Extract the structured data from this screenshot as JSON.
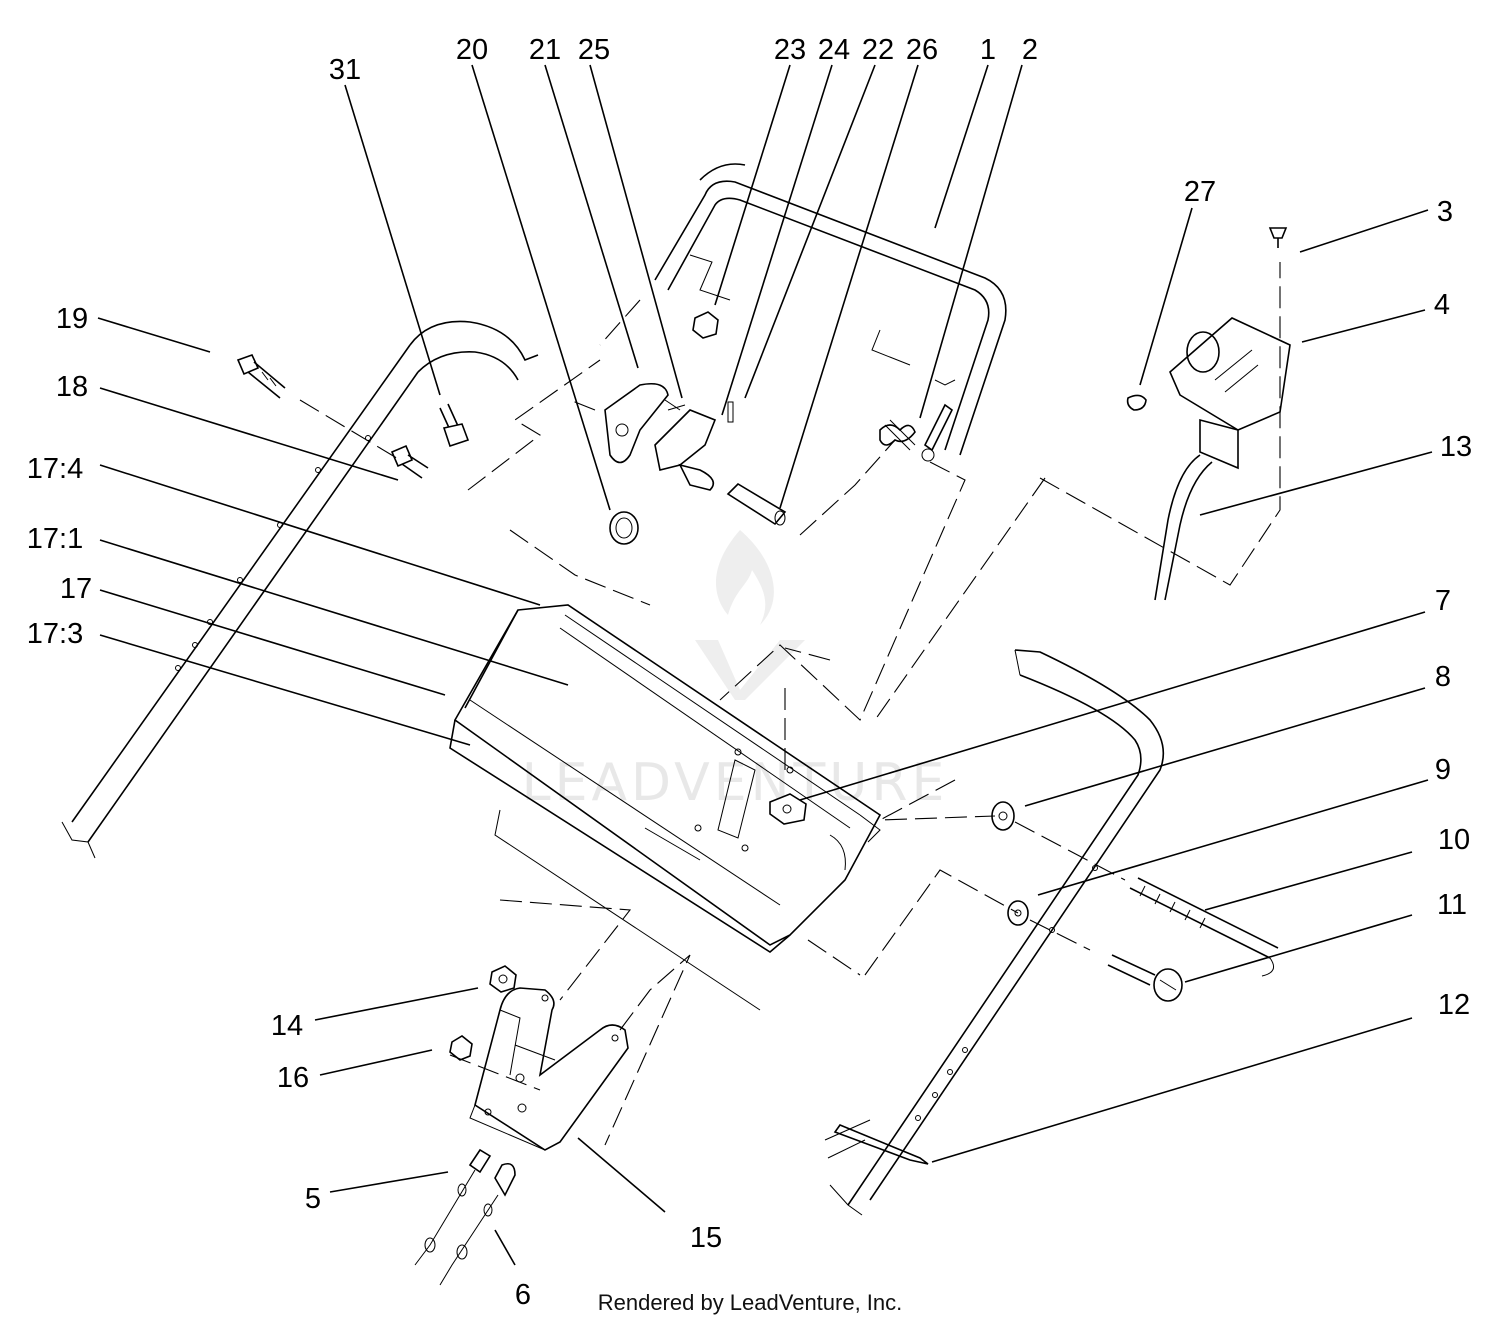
{
  "callouts": [
    {
      "id": "c31",
      "label": "31"
    },
    {
      "id": "c20",
      "label": "20"
    },
    {
      "id": "c21",
      "label": "21"
    },
    {
      "id": "c25",
      "label": "25"
    },
    {
      "id": "c23",
      "label": "23"
    },
    {
      "id": "c24",
      "label": "24"
    },
    {
      "id": "c22",
      "label": "22"
    },
    {
      "id": "c26",
      "label": "26"
    },
    {
      "id": "c1",
      "label": "1"
    },
    {
      "id": "c2",
      "label": "2"
    },
    {
      "id": "c27",
      "label": "27"
    },
    {
      "id": "c3",
      "label": "3"
    },
    {
      "id": "c4",
      "label": "4"
    },
    {
      "id": "c13",
      "label": "13"
    },
    {
      "id": "c19",
      "label": "19"
    },
    {
      "id": "c18",
      "label": "18"
    },
    {
      "id": "c17_4",
      "label": "17:4"
    },
    {
      "id": "c17_1",
      "label": "17:1"
    },
    {
      "id": "c17",
      "label": "17"
    },
    {
      "id": "c17_3",
      "label": "17:3"
    },
    {
      "id": "c7",
      "label": "7"
    },
    {
      "id": "c8",
      "label": "8"
    },
    {
      "id": "c9",
      "label": "9"
    },
    {
      "id": "c10",
      "label": "10"
    },
    {
      "id": "c11",
      "label": "11"
    },
    {
      "id": "c12",
      "label": "12"
    },
    {
      "id": "c14",
      "label": "14"
    },
    {
      "id": "c16",
      "label": "16"
    },
    {
      "id": "c15",
      "label": "15"
    },
    {
      "id": "c5",
      "label": "5"
    },
    {
      "id": "c6",
      "label": "6"
    }
  ],
  "footer": "Rendered by LeadVenture, Inc.",
  "watermark": "LEADVENTURE"
}
